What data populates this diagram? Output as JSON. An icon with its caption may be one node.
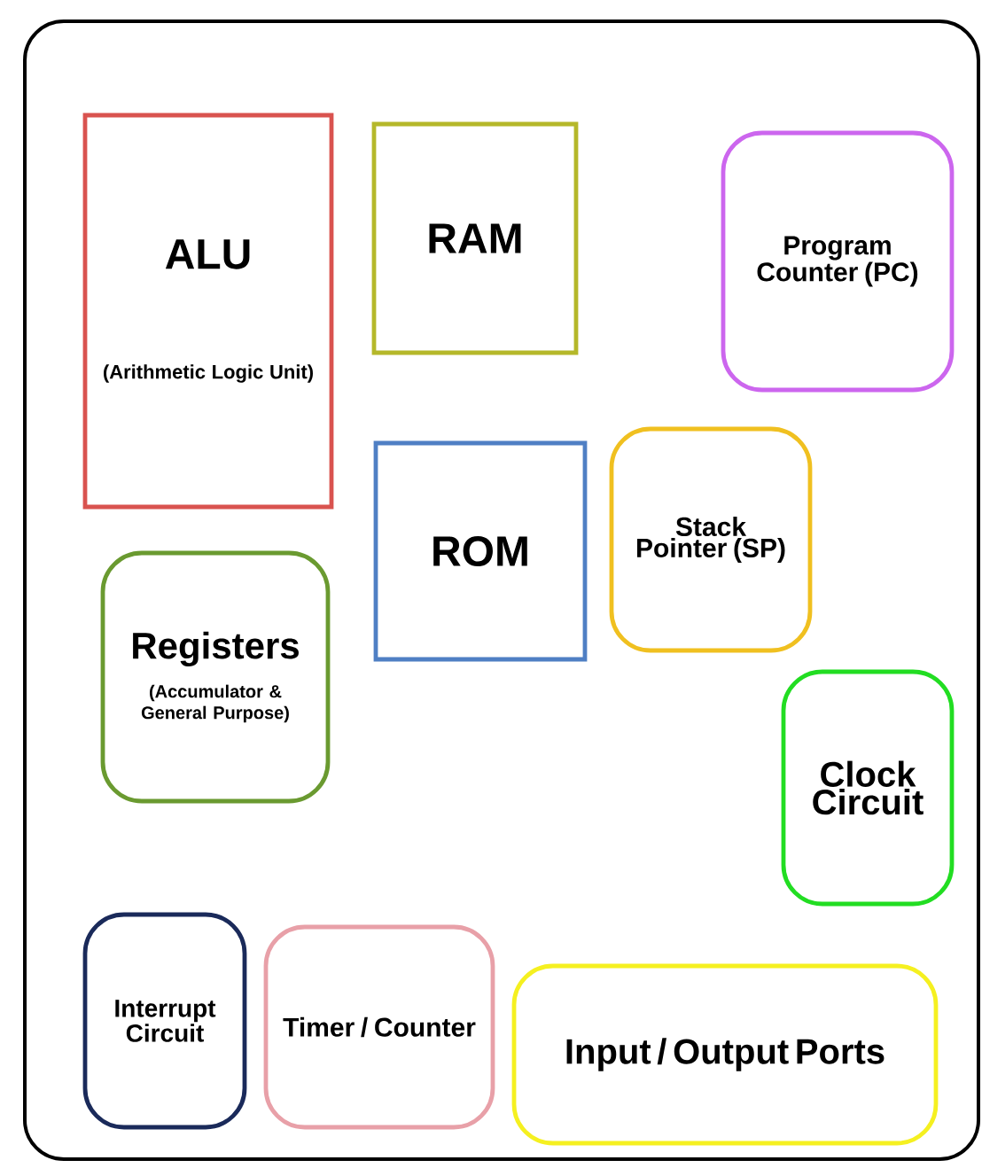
{
  "diagram": {
    "nodes": [
      {
        "text": [],
        "shape": "box"
      },
      {
        "text": [
          "ALU",
          "(Arithmetic Logic Unit)"
        ],
        "in": 0
      },
      {
        "text": [
          "RAM"
        ],
        "in": 0
      },
      {
        "text": [
          "Program Counter (PC)"
        ],
        "in": 0
      },
      {
        "text": [
          "ROM"
        ],
        "in": 0
      },
      {
        "text": [
          "Stack Pointer (SP)"
        ],
        "in": 0
      },
      {
        "text": [
          "Registers",
          "(Accumulator & General Purpose)"
        ],
        "in": 0
      },
      {
        "text": [
          "Clock Circuit"
        ],
        "in": 0
      },
      {
        "text": [
          "Interrupt Circuit"
        ],
        "in": 0
      },
      {
        "text": [
          "Timer / Counter"
        ],
        "in": 0
      },
      {
        "text": [
          "Input / Output Ports"
        ],
        "in": 0
      }
    ]
  }
}
